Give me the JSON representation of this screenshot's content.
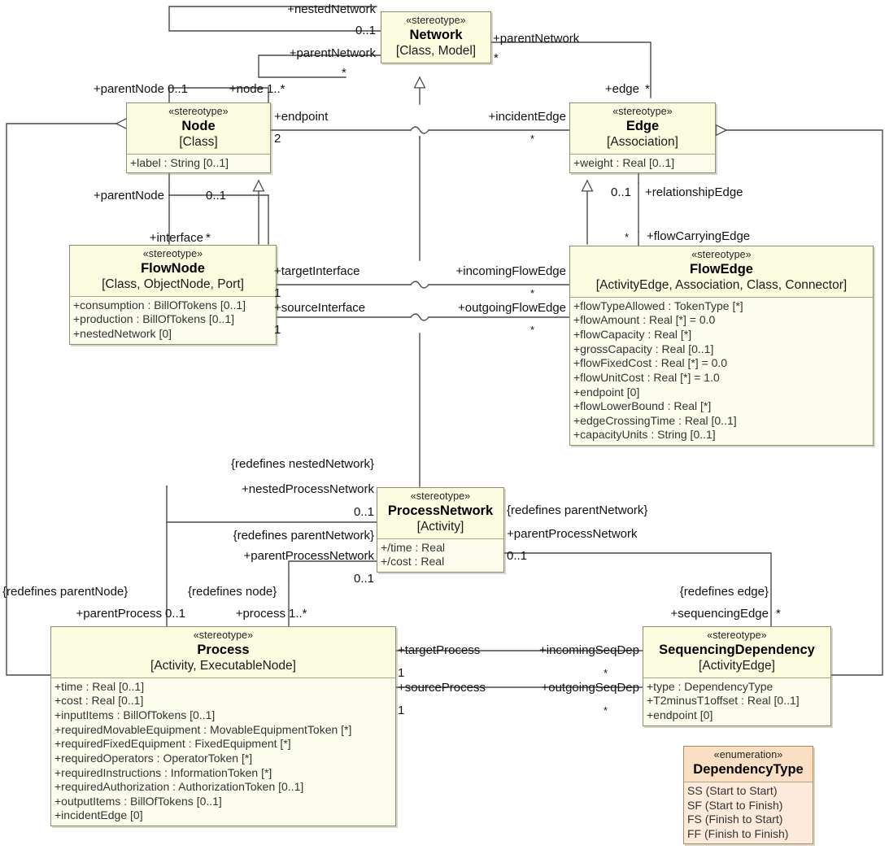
{
  "diagram": {
    "title": "Network / Process UML Profile Diagram",
    "colors": {
      "class_fill": "#fbfbe0",
      "class_border": "#8f8f6e",
      "enum_fill": "#fbdfc2",
      "enum_border": "#b08b5e",
      "line": "#4a4a4a",
      "text": "#111111"
    }
  },
  "classes": {
    "network": {
      "stereotype": "«stereotype»",
      "name": "Network",
      "meta": "[Class, Model]",
      "attributes": []
    },
    "node": {
      "stereotype": "«stereotype»",
      "name": "Node",
      "meta": "[Class]",
      "attributes": [
        "+label : String [0..1]"
      ]
    },
    "edge": {
      "stereotype": "«stereotype»",
      "name": "Edge",
      "meta": "[Association]",
      "attributes": [
        "+weight : Real [0..1]"
      ]
    },
    "flownode": {
      "stereotype": "«stereotype»",
      "name": "FlowNode",
      "meta": "[Class, ObjectNode, Port]",
      "attributes": [
        "+consumption : BillOfTokens [0..1]",
        "+production : BillOfTokens [0..1]",
        "+nestedNetwork [0]"
      ]
    },
    "flowedge": {
      "stereotype": "«stereotype»",
      "name": "FlowEdge",
      "meta": "[ActivityEdge, Association, Class, Connector]",
      "attributes": [
        "+flowTypeAllowed : TokenType [*]",
        "+flowAmount : Real [*] = 0.0",
        "+flowCapacity : Real [*]",
        "+grossCapacity : Real [0..1]",
        "+flowFixedCost : Real [*] = 0.0",
        "+flowUnitCost : Real [*] = 1.0",
        "+endpoint [0]",
        "+flowLowerBound : Real [*]",
        "+edgeCrossingTime : Real [0..1]",
        "+capacityUnits : String [0..1]"
      ]
    },
    "processnetwork": {
      "stereotype": "«stereotype»",
      "name": "ProcessNetwork",
      "meta": "[Activity]",
      "attributes": [
        "+/time : Real",
        "+/cost : Real"
      ]
    },
    "process": {
      "stereotype": "«stereotype»",
      "name": "Process",
      "meta": "[Activity, ExecutableNode]",
      "attributes": [
        "+time : Real [0..1]",
        "+cost : Real [0..1]",
        "+inputItems : BillOfTokens [0..1]",
        "+requiredMovableEquipment : MovableEquipmentToken [*]",
        "+requiredFixedEquipment : FixedEquipment [*]",
        "+requiredOperators : OperatorToken [*]",
        "+requiredInstructions : InformationToken [*]",
        "+requiredAuthorization : AuthorizationToken [0..1]",
        "+outputItems : BillOfTokens [0..1]",
        "+incidentEdge [0]"
      ]
    },
    "sequencingdependency": {
      "stereotype": "«stereotype»",
      "name": "SequencingDependency",
      "meta": "[ActivityEdge]",
      "attributes": [
        "+type : DependencyType",
        "+T2minusT1offset : Real [0..1]",
        "+endpoint [0]"
      ]
    },
    "dependencytype": {
      "stereotype": "«enumeration»",
      "name": "DependencyType",
      "meta": "",
      "attributes": [
        "SS (Start to Start)",
        "SF (Start to Finish)",
        "FS (Finish to Start)",
        "FF (Finish to Finish)"
      ]
    }
  },
  "labels": {
    "nested_network": "+nestedNetwork",
    "nested_network_mult": "0..1",
    "parent_network_left": "+parentNetwork",
    "parent_network_left_mult": "*",
    "parent_network_right": "+parentNetwork",
    "parent_network_right_mult": "*",
    "parent_node_top": "+parentNode",
    "parent_node_top_mult": "0..1",
    "node_role": "+node",
    "node_role_mult": "1..*",
    "endpoint": "+endpoint",
    "endpoint_mult": "2",
    "incident_edge": "+incidentEdge",
    "incident_edge_mult": "*",
    "edge_role": "+edge",
    "edge_role_mult": "*",
    "parent_node_mid": "+parentNode",
    "parent_node_mid_mult": "0..1",
    "interface": "+interface",
    "interface_mult": "*",
    "relationship_edge": "+relationshipEdge",
    "relationship_edge_mult": "0..1",
    "flow_carrying_edge": "+flowCarryingEdge",
    "flow_carrying_edge_mult": "*",
    "target_interface": "+targetInterface",
    "target_interface_mult": "1",
    "source_interface": "+sourceInterface",
    "source_interface_mult": "1",
    "incoming_flow_edge": "+incomingFlowEdge",
    "incoming_flow_edge_mult": "*",
    "outgoing_flow_edge": "+outgoingFlowEdge",
    "outgoing_flow_edge_mult": "*",
    "redefines_nested_network": "{redefines nestedNetwork}",
    "nested_process_network": "+nestedProcessNetwork",
    "nested_process_network_mult": "0..1",
    "redefines_parent_network_left": "{redefines parentNetwork}",
    "parent_process_network_left": "+parentProcessNetwork",
    "parent_process_network_left_mult": "0..1",
    "redefines_parent_network_right": "{redefines parentNetwork}",
    "parent_process_network_right": "+parentProcessNetwork",
    "parent_process_network_right_mult": "0..1",
    "redefines_parent_node": "{redefines parentNode}",
    "parent_process": "+parentProcess",
    "parent_process_mult": "0..1",
    "redefines_node": "{redefines node}",
    "process_role": "+process",
    "process_role_mult": "1..*",
    "redefines_edge": "{redefines edge}",
    "sequencing_edge": "+sequencingEdge",
    "sequencing_edge_mult": "*",
    "target_process": "+targetProcess",
    "target_process_mult": "1",
    "source_process": "+sourceProcess",
    "source_process_mult": "1",
    "incoming_seq_dep": "+incomingSeqDep",
    "incoming_seq_dep_mult": "*",
    "outgoing_seq_dep": "+outgoingSeqDep",
    "outgoing_seq_dep_mult": "*"
  }
}
